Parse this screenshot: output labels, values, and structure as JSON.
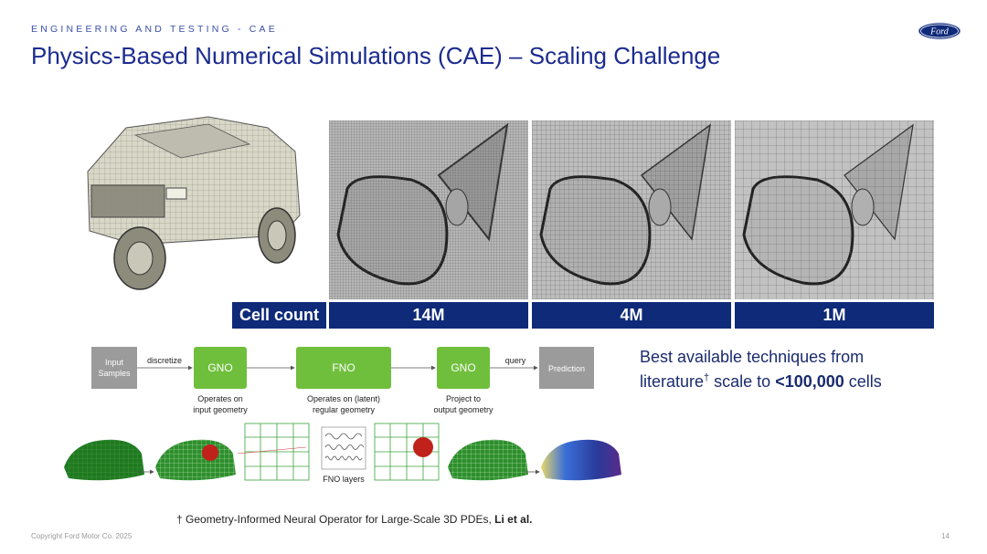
{
  "header": {
    "section": "ENGINEERING AND TESTING - CAE",
    "title": "Physics-Based Numerical Simulations (CAE) – Scaling Challenge",
    "logo_text": "Ford"
  },
  "cell_table": {
    "label": "Cell count",
    "values": [
      "14M",
      "4M",
      "1M"
    ]
  },
  "pipeline": {
    "input": "Input Samples",
    "discretize": "discretize",
    "gno1": "GNO",
    "fno": "FNO",
    "gno2": "GNO",
    "query": "query",
    "prediction": "Prediction",
    "cap1_l1": "Operates on",
    "cap1_l2": "input geometry",
    "cap2_l1": "Operates on (latent)",
    "cap2_l2": "regular geometry",
    "cap3_l1": "Project to",
    "cap3_l2": "output geometry",
    "fno_layers": "FNO layers"
  },
  "callout": {
    "part1": "Best available techniques from literature",
    "dagger": "†",
    "part2": " scale to ",
    "highlight": "<100,000",
    "part3": " cells"
  },
  "footer": {
    "footnote_prefix": "† Geometry-Informed Neural Operator for Large-Scale 3D PDEs, ",
    "footnote_authors": "Li et al.",
    "copyright": "Copyright Ford Motor Co. 2025",
    "page": "14"
  },
  "colors": {
    "brand_blue": "#0f2a78",
    "title_blue": "#1b2b8f",
    "green_box": "#6fbf3c",
    "gray_box": "#9b9b9b"
  }
}
